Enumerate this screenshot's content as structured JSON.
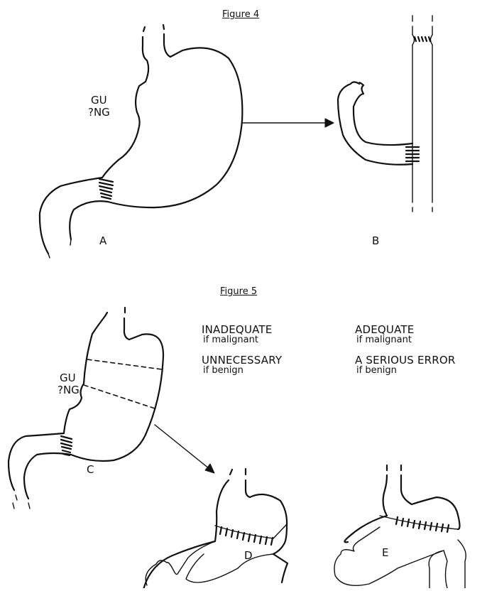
{
  "figure4": {
    "title": "Figure 4",
    "gu_label": "GU",
    "ng_label": "?NG",
    "label_a": "A",
    "label_b": "B"
  },
  "figure5": {
    "title": "Figure 5",
    "gu_label": "GU",
    "ng_label": "?NG",
    "label_c": "C",
    "label_d": "D",
    "label_e": "E",
    "d_caption": {
      "line1": "INADEQUATE",
      "line2": "if malignant",
      "line3": "UNNECESSARY",
      "line4": "if benign"
    },
    "e_caption": {
      "line1": "ADEQUATE",
      "line2": "if malignant",
      "line3": "A SERIOUS ERROR",
      "line4": "if benign"
    }
  }
}
